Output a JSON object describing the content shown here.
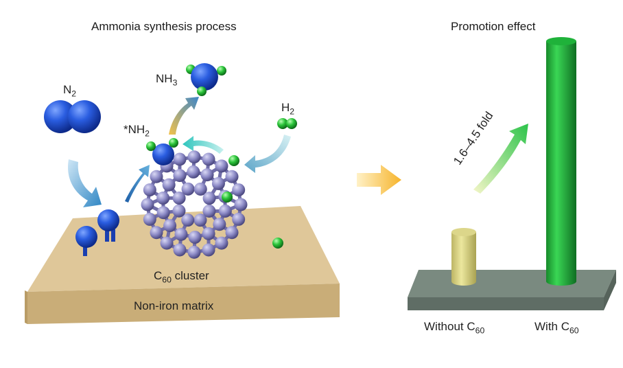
{
  "titles": {
    "left": "Ammonia synthesis process",
    "right": "Promotion effect"
  },
  "molecules": {
    "n2": {
      "base": "N",
      "sub": "2"
    },
    "nh3": {
      "base": "NH",
      "sub": "3"
    },
    "nh2": {
      "base": "*NH",
      "sub": "2"
    },
    "h2": {
      "base": "H",
      "sub": "2"
    }
  },
  "labels": {
    "cluster": {
      "pre": "C",
      "sub": "60",
      "post": " cluster"
    },
    "matrix": "Non-iron matrix",
    "fold": "1.6–4.5 fold"
  },
  "chart_data": {
    "type": "bar",
    "categories_parts": [
      {
        "pre": "Without C",
        "sub": "60"
      },
      {
        "pre": "With C",
        "sub": "60"
      }
    ],
    "annotation": "1.6–4.5 fold",
    "relative_values": [
      1,
      4.5
    ],
    "colors": [
      "#dcd68a",
      "#1fb23a"
    ]
  },
  "colors": {
    "nitrogen": "#1c4fd8",
    "hydrogen": "#2bc43a",
    "carbon": "#8a88c2",
    "matrix_top": "#ddc596",
    "matrix_side": "#c8ab74",
    "base_plate": "#6f7f76",
    "arrow_blue": "#3a8ec6",
    "arrow_teal": "#3dc7c0",
    "arrow_orange": "#f3b64a"
  }
}
